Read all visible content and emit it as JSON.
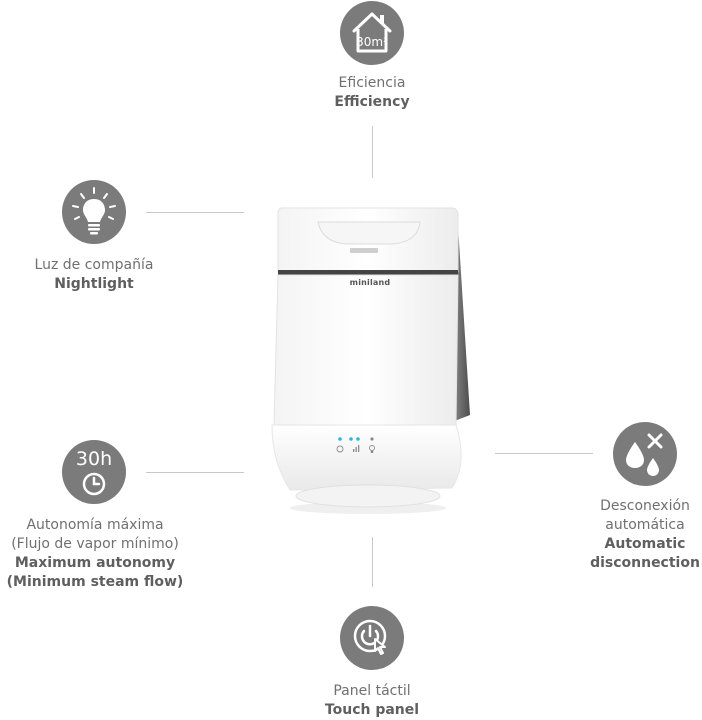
{
  "features": {
    "efficiency": {
      "es": "Eficiencia",
      "en": "Efficiency",
      "icon": "house-icon",
      "area": "30m²"
    },
    "nightlight": {
      "es": "Luz de compañía",
      "en": "Nightlight",
      "icon": "lightbulb-icon"
    },
    "autonomy": {
      "icon_text": "30h",
      "es1": "Autonomía máxima",
      "es2": "(Flujo de vapor mínimo)",
      "en1": "Maximum autonomy",
      "en2": "(Minimum steam flow)",
      "icon": "clock-icon"
    },
    "disconnection": {
      "es1": "Desconexión",
      "es2": "automática",
      "en1": "Automatic",
      "en2": "disconnection",
      "icon": "water-drops-off-icon"
    },
    "touch": {
      "es": "Panel táctil",
      "en": "Touch panel",
      "icon": "touch-power-icon"
    }
  },
  "product": {
    "brand": "miniland"
  },
  "colors": {
    "icon_circle": "#7b7b7b",
    "connector": "#c8c8c8",
    "indicator": "#2fb8d6"
  }
}
